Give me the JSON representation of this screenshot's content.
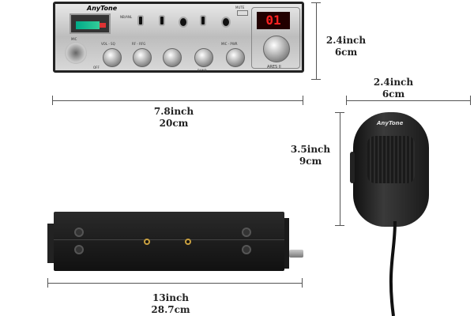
{
  "radio_front": {
    "brand": "AnyTone",
    "channel_display": "01",
    "model": "ARES II",
    "labels": {
      "mic": "MIC",
      "vol": "VOL - SQ",
      "rf": "RF - RFG",
      "band": "BAND",
      "mic_pwr": "MIC - PWR",
      "off": "OFF",
      "nb_anl": "NB/ANL",
      "mute": "MUTE"
    }
  },
  "dimensions": {
    "radio_height": {
      "inch": "2.4inch",
      "cm": "6cm"
    },
    "radio_width": {
      "inch": "7.8inch",
      "cm": "20cm"
    },
    "mic_width": {
      "inch": "2.4inch",
      "cm": "6cm"
    },
    "mic_height": {
      "inch": "3.5inch",
      "cm": "9cm"
    },
    "radio_depth": {
      "inch": "13inch",
      "cm": "28.7cm"
    }
  },
  "mic": {
    "brand": "AnyTone"
  }
}
